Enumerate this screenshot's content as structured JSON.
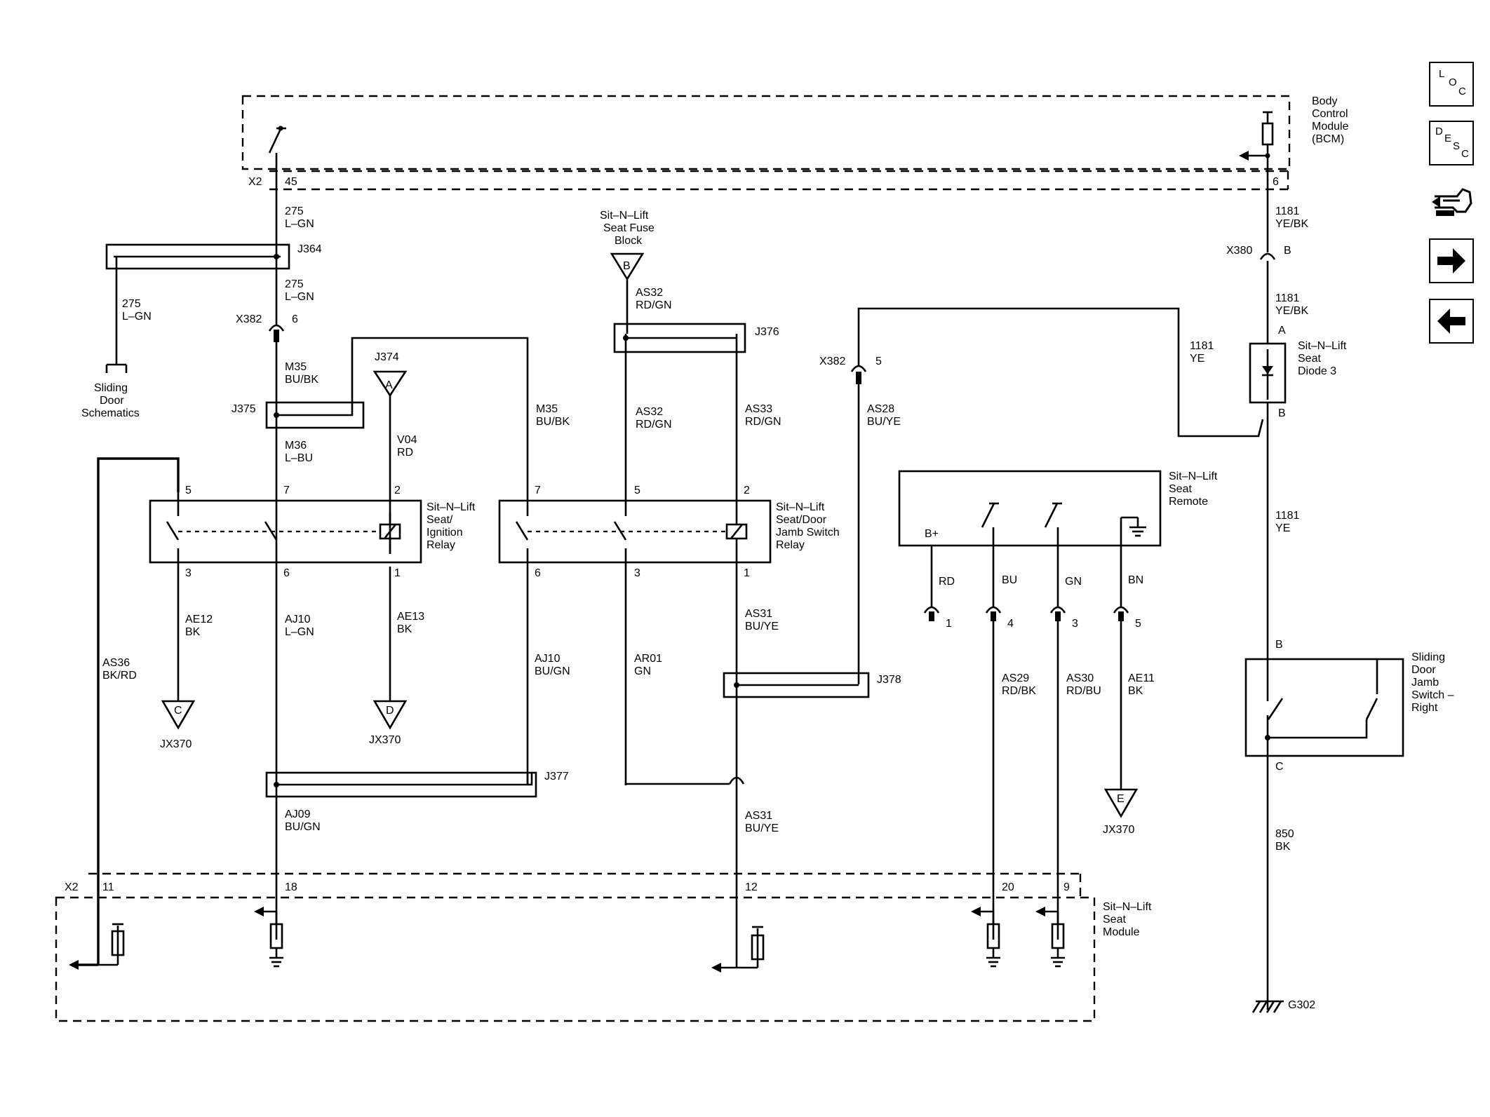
{
  "modules": {
    "bcm": [
      "Body",
      "Control",
      "Module",
      "(BCM)"
    ],
    "seat_module": [
      "Sit–N–Lift",
      "Seat",
      "Module"
    ]
  },
  "connectors": {
    "x2": "X2",
    "x382": "X382",
    "x380": "X380",
    "j364": "J364",
    "j374": "J374",
    "j375": "J375",
    "j376": "J376",
    "j377": "J377",
    "j378": "J378",
    "jx370": "JX370",
    "g302": "G302"
  },
  "pins": {
    "bcm_45": "45",
    "bcm_6": "6",
    "x382_6": "6",
    "x382_5": "5",
    "x380_b": "B",
    "r1_5": "5",
    "r1_7": "7",
    "r1_2": "2",
    "r1_3": "3",
    "r1_6": "6",
    "r1_1": "1",
    "r2_7": "7",
    "r2_5": "5",
    "r2_2": "2",
    "r2_6": "6",
    "r2_3": "3",
    "r2_1": "1",
    "rem_1": "1",
    "rem_4": "4",
    "rem_3": "3",
    "rem_5": "5",
    "diode_a": "A",
    "diode_b": "B",
    "sw_b": "B",
    "sw_c": "C",
    "sm_11": "11",
    "sm_18": "18",
    "sm_12": "12",
    "sm_20": "20",
    "sm_9": "9"
  },
  "wires": {
    "w275_top": [
      "275",
      "L–GN"
    ],
    "w275_mid": [
      "275",
      "L–GN"
    ],
    "w275_left": [
      "275",
      "L–GN"
    ],
    "m35_a": [
      "M35",
      "BU/BK"
    ],
    "m35_b": [
      "M35",
      "BU/BK"
    ],
    "m36": [
      "M36",
      "L–BU"
    ],
    "v04": [
      "V04",
      "RD"
    ],
    "as32_a": [
      "AS32",
      "RD/GN"
    ],
    "as32_b": [
      "AS32",
      "RD/GN"
    ],
    "as33": [
      "AS33",
      "RD/GN"
    ],
    "as28": [
      "AS28",
      "BU/YE"
    ],
    "w1181_a": [
      "1181",
      "YE/BK"
    ],
    "w1181_b": [
      "1181",
      "YE/BK"
    ],
    "w1181_ye": [
      "1181",
      "YE"
    ],
    "w1181_c": [
      "1181",
      "YE"
    ],
    "ae12": [
      "AE12",
      "BK"
    ],
    "aj10_a": [
      "AJ10",
      "L–GN"
    ],
    "ae13": [
      "AE13",
      "BK"
    ],
    "as36": [
      "AS36",
      "BK/RD"
    ],
    "aj10_b": [
      "AJ10",
      "BU/GN"
    ],
    "ar01": [
      "AR01",
      "GN"
    ],
    "as31_a": [
      "AS31",
      "BU/YE"
    ],
    "as31_b": [
      "AS31",
      "BU/YE"
    ],
    "aj09": [
      "AJ09",
      "BU/GN"
    ],
    "as29": [
      "AS29",
      "RD/BK"
    ],
    "as30": [
      "AS30",
      "RD/BU"
    ],
    "ae11": [
      "AE11",
      "BK"
    ],
    "w850": [
      "850",
      "BK"
    ],
    "rd": "RD",
    "bu": "BU",
    "gn": "GN",
    "bn": "BN"
  },
  "components": {
    "fuse_block": [
      "Sit–N–Lift",
      "Seat Fuse",
      "Block"
    ],
    "sliding_door": [
      "Sliding",
      "Door",
      "Schematics"
    ],
    "relay_ign": [
      "Sit–N–Lift",
      "Seat/",
      "Ignition",
      "Relay"
    ],
    "relay_door": [
      "Sit–N–Lift",
      "Seat/Door",
      "Jamb Switch",
      "Relay"
    ],
    "remote": [
      "Sit–N–Lift",
      "Seat",
      "Remote"
    ],
    "remote_bplus": "B+",
    "diode": [
      "Sit–N–Lift",
      "Seat",
      "Diode 3"
    ],
    "jamb_switch": [
      "Sliding",
      "Door",
      "Jamb",
      "Switch –",
      "Right"
    ]
  },
  "offpage": {
    "a": "A",
    "b": "B",
    "c": "C",
    "d": "D",
    "e": "E"
  },
  "nav": {
    "loc": [
      "L",
      "O",
      "C"
    ],
    "desc": [
      "D",
      "E",
      "S",
      "C"
    ],
    "icons": [
      "loc-icon",
      "desc-icon",
      "connector-tool-icon",
      "next-arrow-icon",
      "previous-arrow-icon"
    ]
  }
}
